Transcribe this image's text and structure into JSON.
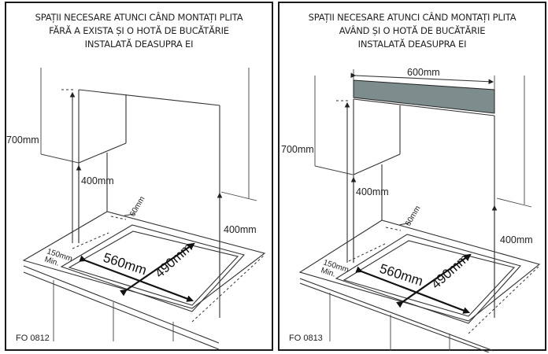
{
  "panels": [
    {
      "id": "left",
      "title_lines": [
        "SPAȚII NECESARE ATUNCI CÂND MONTAȚI PLITA",
        "FĂRĂ A EXISTA ȘI O HOTĂ DE BUCĂTĂRIE",
        "INSTALATĂ DEASUPRA EI"
      ],
      "hood_present": false,
      "dimensions": {
        "height_700": "700mm",
        "height_400_left": "400mm",
        "height_400_right": "400mm",
        "depth_60": "60mm",
        "side_150": "150mm",
        "side_min": "Min.",
        "width_560": "560mm",
        "depth_490": "490mm"
      },
      "figure_code": "FO 0812"
    },
    {
      "id": "right",
      "title_lines": [
        "SPAȚII NECESARE ATUNCI CÂND MONTAȚI PLITA",
        "AVÂND ȘI O HOTĂ DE BUCĂTĂRIE",
        "INSTALATĂ DEASUPRA EI"
      ],
      "hood_present": true,
      "hood_color": "#7d8c8c",
      "dimensions": {
        "hood_width": "600mm",
        "height_700": "700mm",
        "height_400_left": "400mm",
        "height_400_right": "400mm",
        "depth_60": "60mm",
        "side_150": "150mm",
        "side_min": "Min.",
        "width_560": "560mm",
        "depth_490": "490mm"
      },
      "figure_code": "FO 0813"
    }
  ]
}
